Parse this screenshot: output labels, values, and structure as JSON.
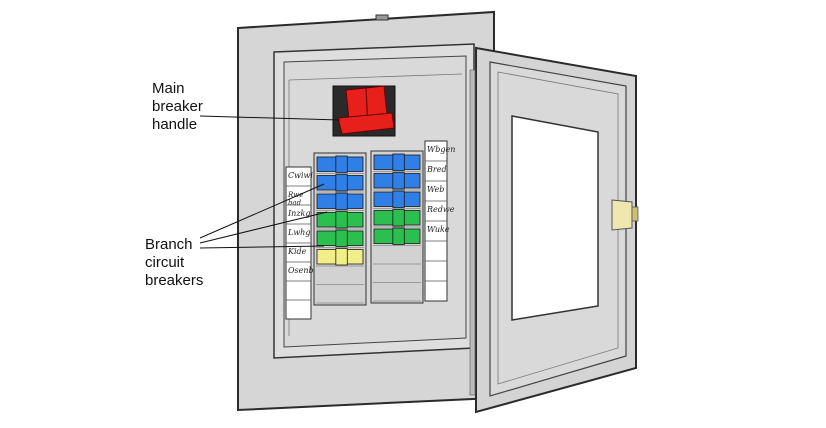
{
  "labels": {
    "main_breaker": "Main\nbreaker\nhandle",
    "branch_breakers": "Branch\ncircuit\nbreakers"
  },
  "directory_left": [
    "Cwiwi",
    "Rwe\nbad",
    "Inzkg",
    "Lwhg",
    "Kide",
    "Osenb",
    "",
    ""
  ],
  "directory_right": [
    "Wbgen",
    "Bred",
    "Web",
    "Redwe",
    "Wuke",
    "",
    "",
    ""
  ],
  "breakers_left": [
    "blue",
    "blue",
    "blue",
    "green",
    "green",
    "yellow",
    "",
    ""
  ],
  "breakers_right": [
    "blue",
    "blue",
    "blue",
    "green",
    "green",
    "",
    "",
    ""
  ],
  "colors": {
    "main_breaker": "#e8201c",
    "blue": "#2f7fe6",
    "green": "#2bbf4f",
    "yellow": "#f2ef8a",
    "panel": "#d9d9d9",
    "door_latch": "#efe7b0",
    "window": "#ffffff"
  }
}
